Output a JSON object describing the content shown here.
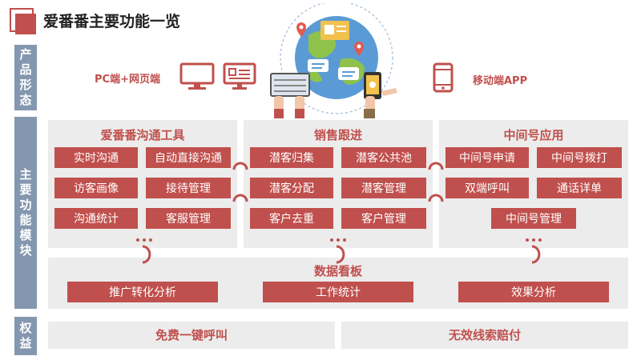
{
  "header": {
    "title": "爱番番主要功能一览"
  },
  "side_labels": {
    "product_form": "产品形态",
    "main_modules": "主要功能模块",
    "benefits": "权益"
  },
  "platforms": {
    "pc": "PC端+网页端",
    "mobile": "移动端APP"
  },
  "modules": {
    "communication": {
      "title": "爱番番沟通工具",
      "items": [
        "实时沟通",
        "自动直接沟通",
        "访客画像",
        "接待管理",
        "沟通统计",
        "客服管理"
      ]
    },
    "sales": {
      "title": "销售跟进",
      "items": [
        "潜客归集",
        "潜客公共池",
        "潜客分配",
        "潜客管理",
        "客户去重",
        "客户管理"
      ]
    },
    "number": {
      "title": "中间号应用",
      "items": [
        "中间号申请",
        "中间号拨打",
        "双端呼叫",
        "通话详单",
        "中间号管理"
      ]
    }
  },
  "dashboard": {
    "title": "数据看板",
    "items": [
      "推广转化分析",
      "工作统计",
      "效果分析"
    ]
  },
  "benefits": [
    "免费一键呼叫",
    "无效线索赔付"
  ],
  "colors": {
    "accent": "#c0504d",
    "side": "#8497b0",
    "panel": "#ececec"
  }
}
